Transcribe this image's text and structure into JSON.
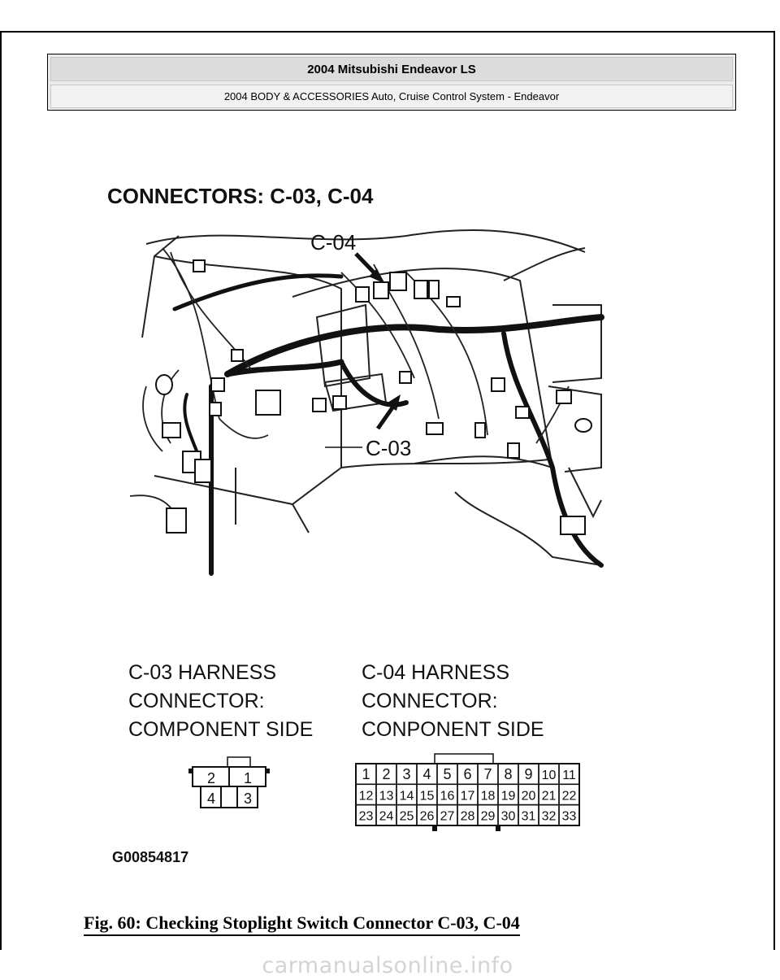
{
  "header": {
    "title": "2004 Mitsubishi Endeavor LS",
    "subtitle": "2004 BODY & ACCESSORIES Auto, Cruise Control System - Endeavor"
  },
  "figure": {
    "heading": "CONNECTORS: C-03, C-04",
    "callout_c04": "C-04",
    "callout_c03": "C-03",
    "c03": {
      "label_lines": [
        "C-03 HARNESS",
        "CONNECTOR:",
        "COMPONENT SIDE"
      ],
      "pins": [
        "2",
        "1",
        "4",
        "3"
      ]
    },
    "c04": {
      "label_lines": [
        "C-04 HARNESS",
        "CONNECTOR:",
        "CONPONENT SIDE"
      ],
      "pins_row1": [
        "1",
        "2",
        "3",
        "4",
        "5",
        "6",
        "7",
        "8",
        "9",
        "10",
        "11"
      ],
      "pins_row2": [
        "12",
        "13",
        "14",
        "15",
        "16",
        "17",
        "18",
        "19",
        "20",
        "21",
        "22"
      ],
      "pins_row3": [
        "23",
        "24",
        "25",
        "26",
        "27",
        "28",
        "29",
        "30",
        "31",
        "32",
        "33"
      ]
    },
    "figure_id": "G00854817"
  },
  "caption": "Fig. 60: Checking Stoplight Switch Connector C-03, C-04",
  "watermark": "carmanualsonline.info"
}
